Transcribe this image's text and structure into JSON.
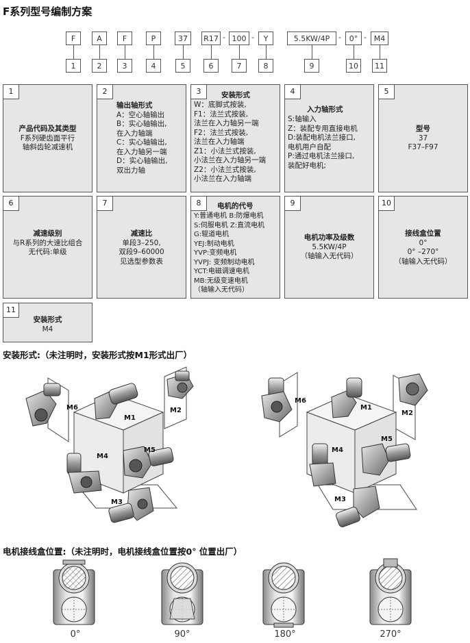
{
  "title": "F系列型号编制方案",
  "codes": [
    "F",
    "A",
    "F",
    "P",
    "37",
    "R17",
    "100",
    "Y",
    "5.5KW/4P",
    "0°",
    "M4"
  ],
  "nums": [
    "1",
    "2",
    "3",
    "4",
    "5",
    "6",
    "7",
    "8",
    "9",
    "10",
    "11"
  ],
  "dash": "-",
  "boxes": [
    {
      "num": "1",
      "lines": [
        "产品代码及其类型",
        "F系列硬齿面平行",
        "轴斜齿轮减速机"
      ]
    },
    {
      "num": "2",
      "lines": [
        "输出轴形式",
        "A：空心轴输出",
        "B：实心轴输出,",
        "在入力轴端",
        "C：实心轴输出,",
        "在入力轴另一端",
        "D：实心轴输出,",
        "双出力轴"
      ]
    },
    {
      "num": "3",
      "lines": [
        "安装形式",
        "W：底脚式按装,",
        "F1：法兰式按装,",
        "法兰在入力轴另一端",
        "F2：法兰式按装,",
        "法兰在入力轴端",
        "Z1：小法兰式按装,",
        "小法兰在入力轴另一端",
        "Z2：小法兰式按装,",
        "小法兰在入力轴端"
      ]
    },
    {
      "num": "4",
      "lines": [
        "入力轴形式",
        "S:轴输入",
        "Z：装配专用直接电机",
        "D:装配电机法兰接口,",
        "电机用户自配",
        "P:通过电机法兰接口,",
        "装配好电机;"
      ]
    },
    {
      "num": "5",
      "lines": [
        "型号",
        "37",
        "F37–F97"
      ]
    },
    {
      "num": "6",
      "lines": [
        "减速级别",
        "与R系列的大速比组合",
        "无代码:单级"
      ]
    },
    {
      "num": "7",
      "lines": [
        "减速比",
        "单段3–250,",
        "双段9–60000",
        "见选型参数表"
      ]
    },
    {
      "num": "8",
      "lines": [
        "电机的代号",
        "Y:普通电机  B:防爆电机",
        "S:伺服电机  Z:直流电机",
        "G:辊道电机",
        "YEJ:制动电机",
        "YVP:变频电机",
        "YVPJ: 变频制动电机",
        "YCT:电磁调速电机",
        "MB:无级变速电机",
        "（轴输入无代码）"
      ]
    },
    {
      "num": "9",
      "lines": [
        "电机功率及级数",
        "5.5KW/4P",
        "（轴输入无代码）"
      ]
    },
    {
      "num": "10",
      "lines": [
        "接线盒位置",
        "0°",
        "0°  –270°",
        "（轴输入无代码）"
      ]
    },
    {
      "num": "11",
      "lines": [
        "安装形式",
        "M4"
      ]
    }
  ],
  "mount_title": "安装形式:（未注明时，安装形式按M1形式出厂）",
  "mount_labels": [
    "M1",
    "M2",
    "M3",
    "M4",
    "M5",
    "M6"
  ],
  "junction_title": "电机接线盒位置:（未注明时，电机接线盒位置按0° 位置出厂）",
  "angles": [
    "0°",
    "90°",
    "180°",
    "270°"
  ]
}
